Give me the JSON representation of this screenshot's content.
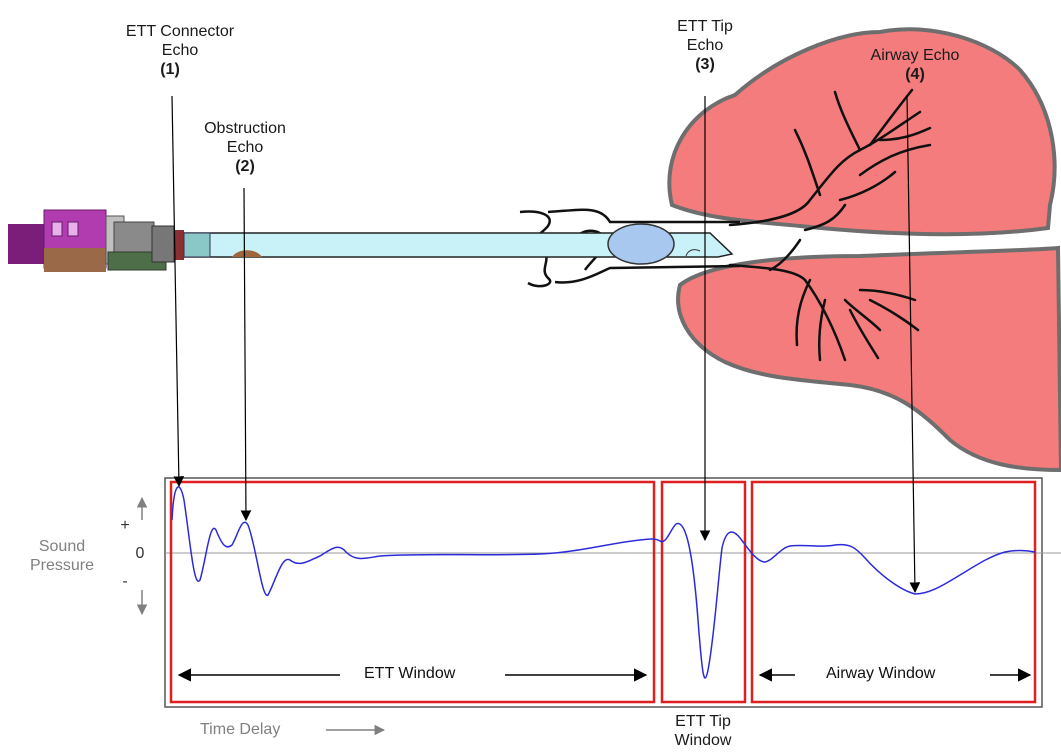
{
  "labels": {
    "ett_connector": {
      "line1": "ETT Connector",
      "line2": "Echo",
      "num": "(1)"
    },
    "obstruction": {
      "line1": "Obstruction",
      "line2": "Echo",
      "num": "(2)"
    },
    "ett_tip": {
      "line1": "ETT Tip",
      "line2": "Echo",
      "num": "(3)"
    },
    "airway": {
      "line1": "Airway Echo",
      "num": "(4)"
    }
  },
  "graph": {
    "y_label_line1": "Sound",
    "y_label_line2": "Pressure",
    "plus": "+",
    "zero": "0",
    "minus": "-",
    "x_label": "Time Delay",
    "windows": {
      "ett": "ETT Window",
      "tip_line1": "ETT Tip",
      "tip_line2": "Window",
      "airway": "Airway Window"
    }
  },
  "colors": {
    "lung_fill": "#f47c7c",
    "lung_stroke": "#6e6e6e",
    "window_red": "#e02020",
    "signal_blue": "#2b2bd9",
    "tube_fill": "#c8f2f8",
    "cuff_fill": "#a8c8f0",
    "connector_purple": "#b03cb0",
    "connector_green": "#4e6e4a"
  }
}
